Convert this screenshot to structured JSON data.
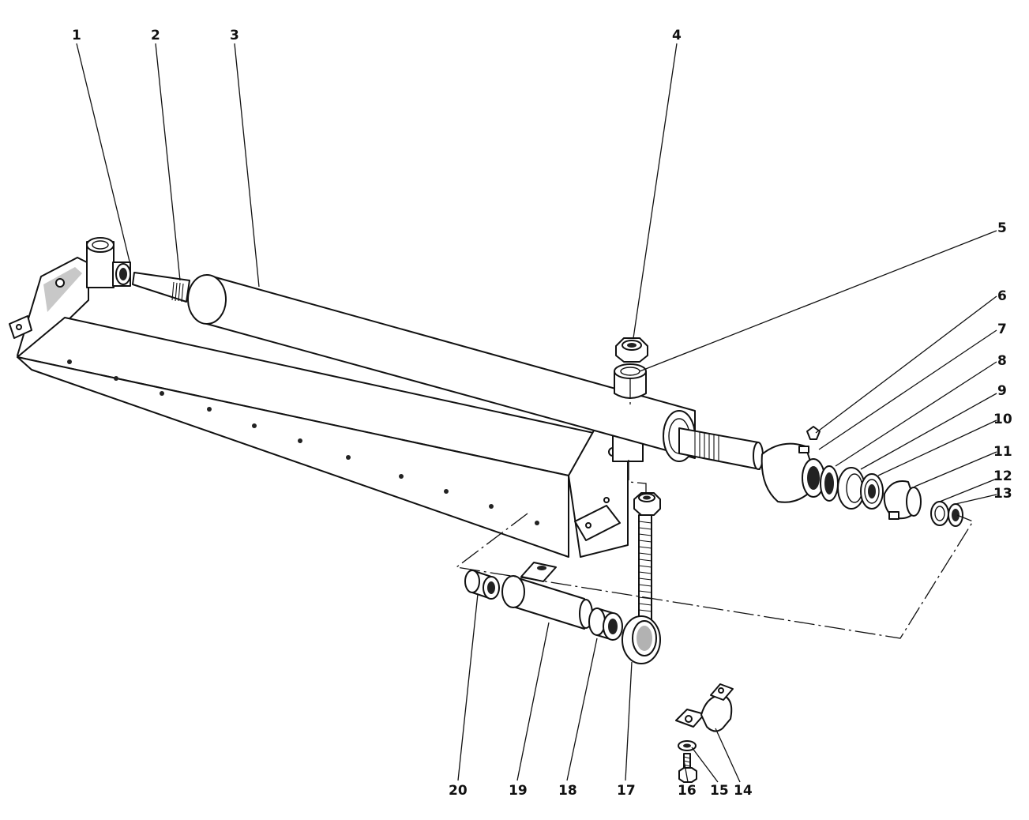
{
  "callouts": [
    {
      "id": "1",
      "label": "1"
    },
    {
      "id": "2",
      "label": "2"
    },
    {
      "id": "3",
      "label": "3"
    },
    {
      "id": "4",
      "label": "4"
    },
    {
      "id": "5",
      "label": "5"
    },
    {
      "id": "6",
      "label": "6"
    },
    {
      "id": "7",
      "label": "7"
    },
    {
      "id": "8",
      "label": "8"
    },
    {
      "id": "9",
      "label": "9"
    },
    {
      "id": "10",
      "label": "10"
    },
    {
      "id": "11",
      "label": "11"
    },
    {
      "id": "12",
      "label": "12"
    },
    {
      "id": "13",
      "label": "13"
    },
    {
      "id": "14",
      "label": "14"
    },
    {
      "id": "15",
      "label": "15"
    },
    {
      "id": "16",
      "label": "16"
    },
    {
      "id": "17",
      "label": "17"
    },
    {
      "id": "18",
      "label": "18"
    },
    {
      "id": "19",
      "label": "19"
    },
    {
      "id": "20",
      "label": "20"
    }
  ],
  "colors": {
    "ink": "#111111",
    "paper": "#ffffff"
  }
}
